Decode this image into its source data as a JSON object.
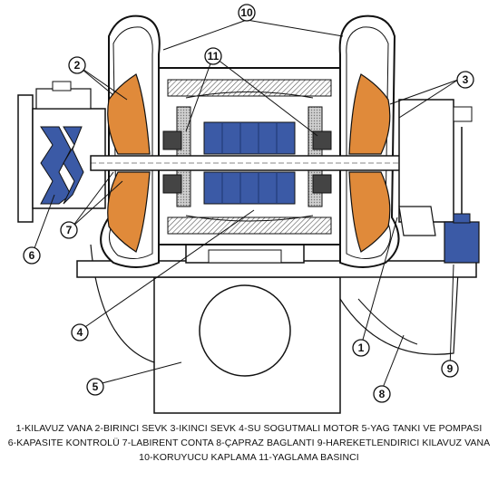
{
  "callouts": [
    "1",
    "2",
    "3",
    "4",
    "5",
    "6",
    "7",
    "8",
    "9",
    "10",
    "11"
  ],
  "legend": {
    "line1": "1-KILAVUZ VANA 2-BIRINCI SEVK 3-IKINCI SEVK 4-SU SOGUTMALI MOTOR 5-YAG TANKI VE POMPASI",
    "line2": "6-KAPASITE KONTROLÜ 7-LABIRENT CONTA 8-ÇAPRAZ BAGLANTI 9-HAREKETLENDIRICI KILAVUZ VANA",
    "line3": "10-KORUYUCU KAPLAMA 11-YAGLAMA BASINCI"
  },
  "colors": {
    "impeller": "#e08a3a",
    "motor": "#3b5aa6",
    "steel": "#9a9a9a",
    "outline": "#111111"
  }
}
